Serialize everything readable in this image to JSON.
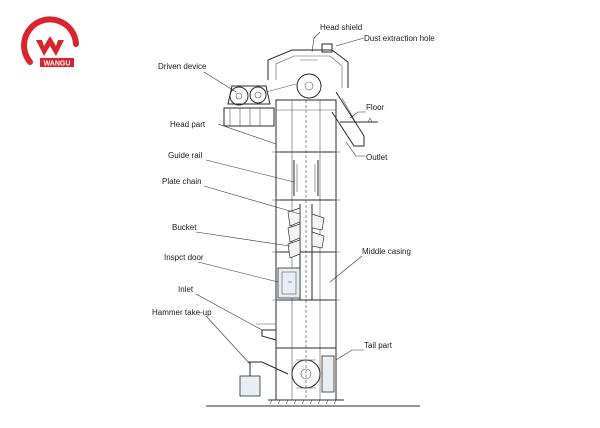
{
  "brand": {
    "logo_text": "WANGU",
    "logo_color": "#d9262c"
  },
  "labels": {
    "head_shield": "Head shield",
    "dust_extraction_hole": "Dust extraction hole",
    "driven_device": "Driven device",
    "floor": "Floor",
    "head_part": "Head part",
    "outlet": "Outlet",
    "guide_rail": "Guide rail",
    "plate_chain": "Plate chain",
    "bucket": "Bucket",
    "middle_casing": "Middle casing",
    "inspct_door": "Inspct door",
    "inlet": "Inlet",
    "hammer_take_up": "Hammer take-up",
    "tail_part": "Tail part"
  },
  "colors": {
    "line": "#2a2a2a",
    "text": "#1a1a1a",
    "logo_red": "#d9262c"
  }
}
